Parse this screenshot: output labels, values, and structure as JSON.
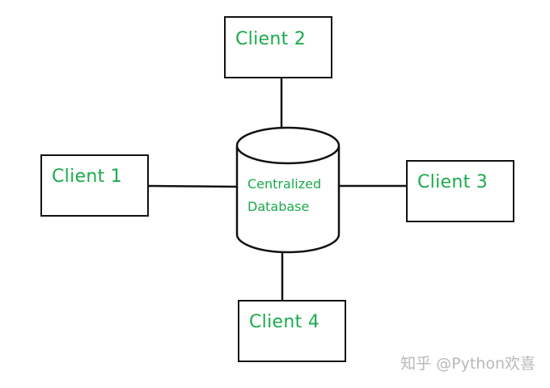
{
  "clients": {
    "c1": "Client 1",
    "c2": "Client 2",
    "c3": "Client 3",
    "c4": "Client 4"
  },
  "database": {
    "line1": "Centralized",
    "line2": "Database"
  },
  "watermark": "知乎 @Python欢喜",
  "colors": {
    "label_green": "#1aaa4b",
    "stroke": "#111111"
  }
}
